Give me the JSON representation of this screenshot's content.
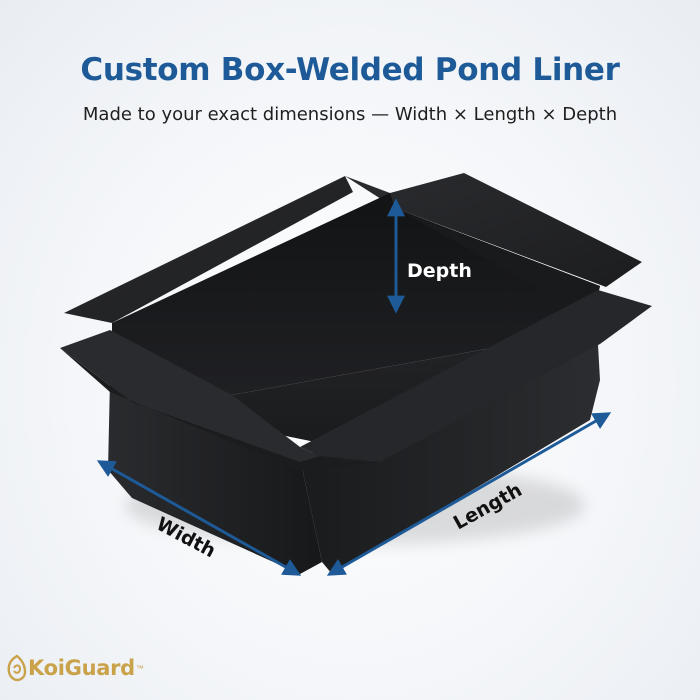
{
  "header": {
    "title": "Custom Box-Welded Pond Liner",
    "subtitle": "Made to your exact dimensions — Width × Length × Depth"
  },
  "dimensions": {
    "depth_label": "Depth",
    "width_label": "Width",
    "length_label": "Length"
  },
  "brand": {
    "name": "KoiGuard",
    "trademark": "™"
  },
  "colors": {
    "title": "#1d5a97",
    "arrow": "#1d5a97",
    "liner": "#1e1f21",
    "brand": "#c9a24a"
  },
  "icons": [
    "koi-fish-logo-icon"
  ]
}
